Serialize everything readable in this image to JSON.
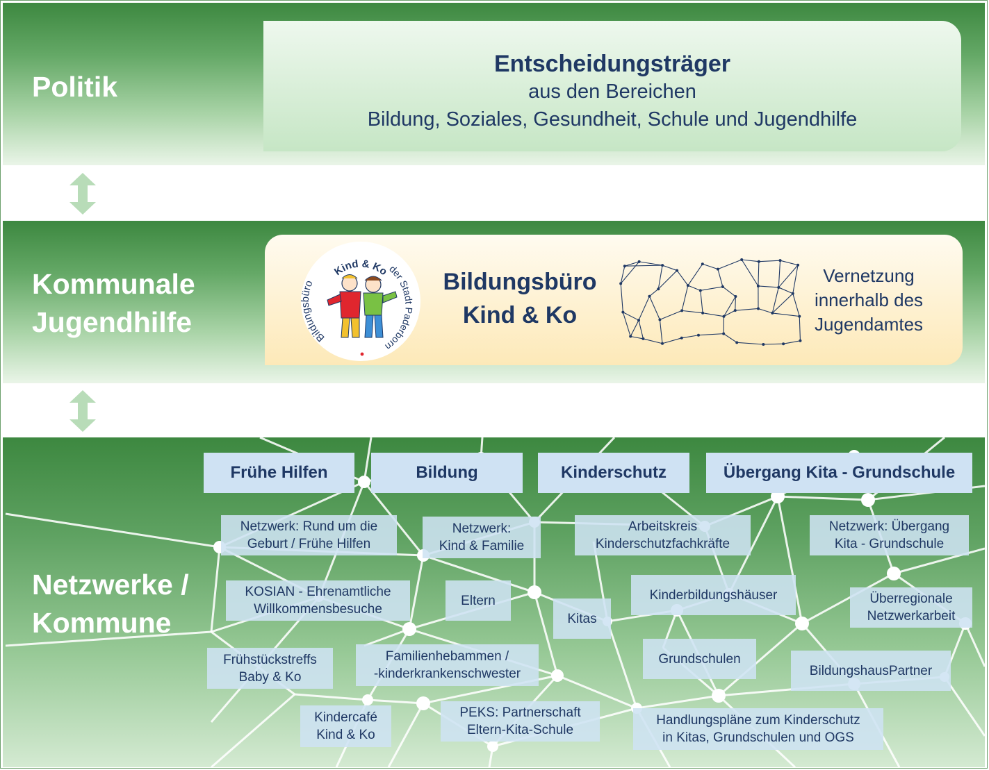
{
  "politik": {
    "label": "Politik",
    "box": {
      "title": "Entscheidungsträger",
      "line1": "aus den Bereichen",
      "line2": "Bildung, Soziales, Gesundheit, Schule und Jugendhilfe"
    }
  },
  "kommunale_jugendhilfe": {
    "label": "Kommunale\nJugendhilfe",
    "logo": {
      "arc_top": "Kind & Ko",
      "arc_right": "der Stadt Paderborn",
      "arc_left": "Bildungsbüro"
    },
    "title": "Bildungsbüro\nKind & Ko",
    "vernetzung": "Vernetzung\ninnerhalb des\nJugendamtes"
  },
  "netzwerke": {
    "label": "Netzwerke /\nKommune",
    "headers": [
      "Frühe Hilfen",
      "Bildung",
      "Kinderschutz",
      "Übergang Kita - Grundschule"
    ],
    "boxes": [
      "Netzwerk: Rund um die\nGeburt / Frühe Hilfen",
      "KOSIAN - Ehrenamtliche\nWillkommensbesuche",
      "Frühstückstreffs\nBaby & Ko",
      "Kindercafé\nKind & Ko",
      "Netzwerk:\nKind & Familie",
      "Eltern",
      "Familienhebammen /\n-kinderkrankenschwester",
      "PEKS: Partnerschaft\nEltern-Kita-Schule",
      "Kitas",
      "Arbeitskreis\nKinderschutzfachkräfte",
      "Kinderbildungshäuser",
      "Grundschulen",
      "Handlungspläne zum Kinderschutz\nin Kitas, Grundschulen und OGS",
      "Netzwerk: Übergang\nKita - Grundschule",
      "Überregionale\nNetzwerkarbeit",
      "BildungshausPartner"
    ]
  },
  "colors": {
    "band_green_dark": "#3d8840",
    "band_green_light": "#eaf5e8",
    "text_navy": "#1f3864",
    "box_blue": "#cfe2f3",
    "politik_box": "#c6e6c5",
    "jugend_box": "#fde9b8",
    "arrow_green": "#b8dcb8"
  }
}
